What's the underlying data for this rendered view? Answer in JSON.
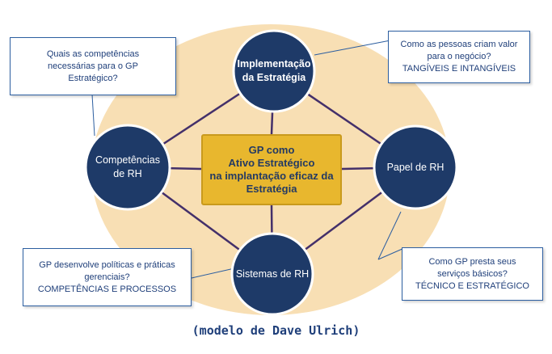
{
  "colors": {
    "ellipse_fill": "#f8dfb4",
    "node_fill": "#1e3a68",
    "node_border": "#ffffff",
    "connector": "#44306a",
    "center_fill": "#e8b72e",
    "center_text": "#243a63",
    "callout_text": "#1f3f7a",
    "callout_border": "#2c5ea0",
    "caption_text": "#1f3f7a"
  },
  "nodes": {
    "top": {
      "lines": [
        "Implementação",
        "da Estratégia"
      ]
    },
    "left": {
      "lines": [
        "Competências",
        "de RH"
      ]
    },
    "right": {
      "lines": [
        "Papel de RH"
      ]
    },
    "bottom": {
      "lines": [
        "Sistemas de RH"
      ]
    }
  },
  "center": {
    "lines": [
      "GP como",
      "Ativo Estratégico",
      "na implantação eficaz da",
      "Estratégia"
    ]
  },
  "callouts": {
    "top_left": {
      "lines": [
        "Quais as competências",
        "necessárias para o GP",
        "Estratégico?"
      ]
    },
    "top_right": {
      "lines": [
        "Como as pessoas criam valor",
        "para o negócio?",
        "TANGÍVEIS  E INTANGÍVEIS"
      ]
    },
    "bottom_left": {
      "lines": [
        "GP desenvolve políticas e práticas",
        "gerenciais?",
        "COMPETÊNCIAS  E  PROCESSOS"
      ]
    },
    "bottom_right": {
      "lines": [
        "Como GP presta seus",
        "serviços básicos?",
        "TÉCNICO  E  ESTRATÉGICO"
      ]
    }
  },
  "caption": "(modelo de Dave Ulrich)"
}
